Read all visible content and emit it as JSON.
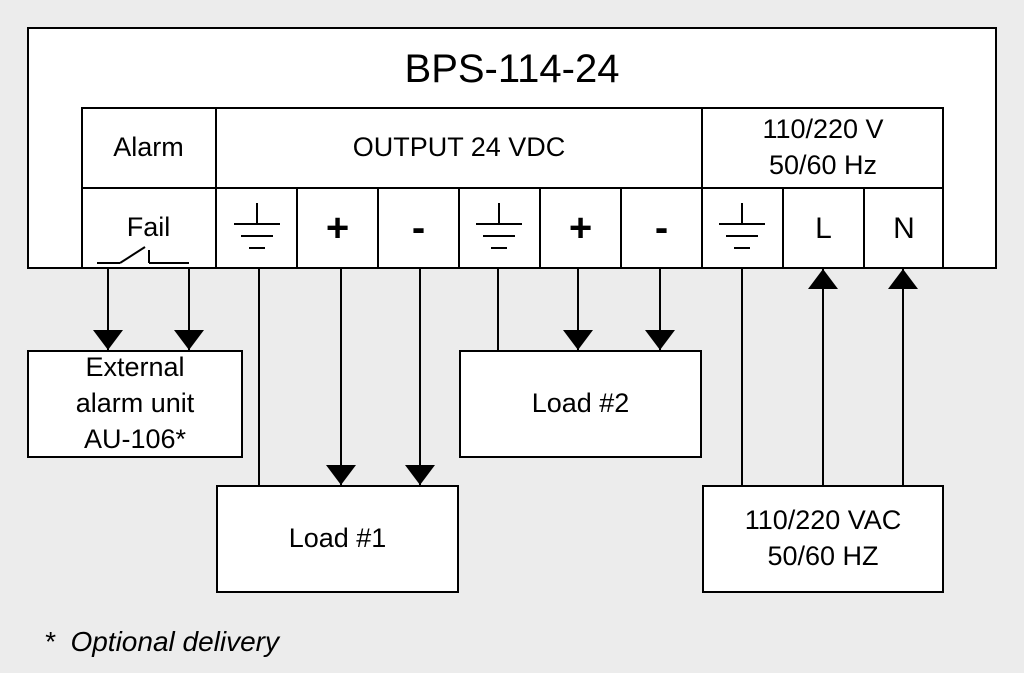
{
  "device": {
    "title": "BPS-114-24",
    "sections": {
      "alarm": "Alarm",
      "output": "OUTPUT 24 VDC",
      "mains": "110/220 V\n50/60 Hz"
    },
    "terminals": {
      "fail": "Fail",
      "plus_1": "+",
      "minus_1": "-",
      "plus_2": "+",
      "minus_2": "-",
      "line": "L",
      "neutral": "N"
    }
  },
  "external_boxes": {
    "alarm_unit": "External\nalarm unit\nAU-106*",
    "load_1": "Load #1",
    "load_2": "Load #2",
    "mains_supply": "110/220 VAC\n50/60 HZ"
  },
  "footnote": "*  Optional delivery"
}
